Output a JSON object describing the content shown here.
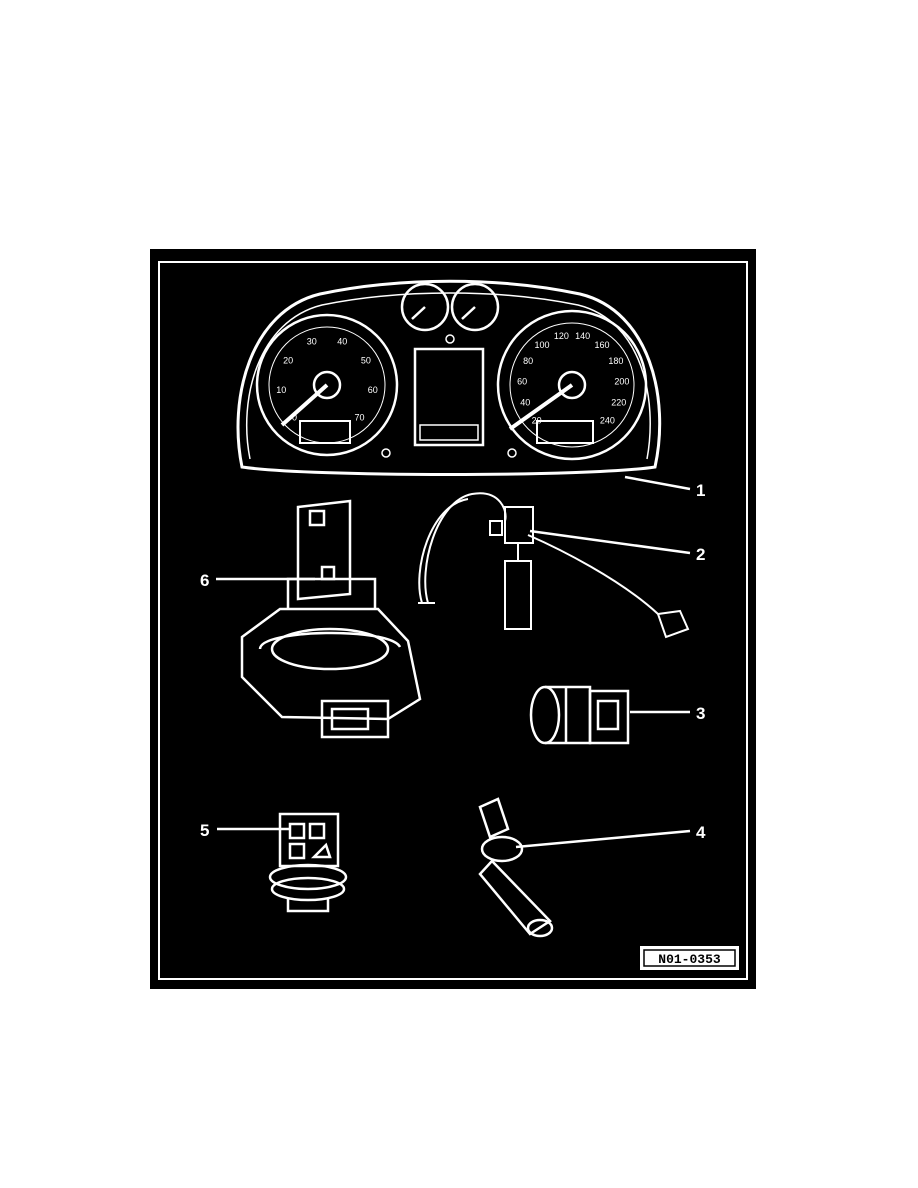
{
  "figure": {
    "callouts": [
      "1",
      "2",
      "3",
      "4",
      "5",
      "6"
    ],
    "figure_id": "N01-0353",
    "components": [
      {
        "number": "1",
        "icon": "instrument-cluster-icon"
      },
      {
        "number": "2",
        "icon": "wire-connector-icon"
      },
      {
        "number": "3",
        "icon": "temperature-sender-icon"
      },
      {
        "number": "4",
        "icon": "sensor-probe-icon"
      },
      {
        "number": "5",
        "icon": "pressure-switch-icon"
      },
      {
        "number": "6",
        "icon": "oil-level-sensor-icon"
      }
    ],
    "cluster": {
      "left_gauge_ticks": [
        "0",
        "10",
        "20",
        "30",
        "40",
        "50",
        "60",
        "70"
      ],
      "right_gauge_ticks": [
        "20",
        "40",
        "60",
        "80",
        "100",
        "120",
        "140",
        "160",
        "180",
        "200",
        "220",
        "240"
      ]
    }
  }
}
